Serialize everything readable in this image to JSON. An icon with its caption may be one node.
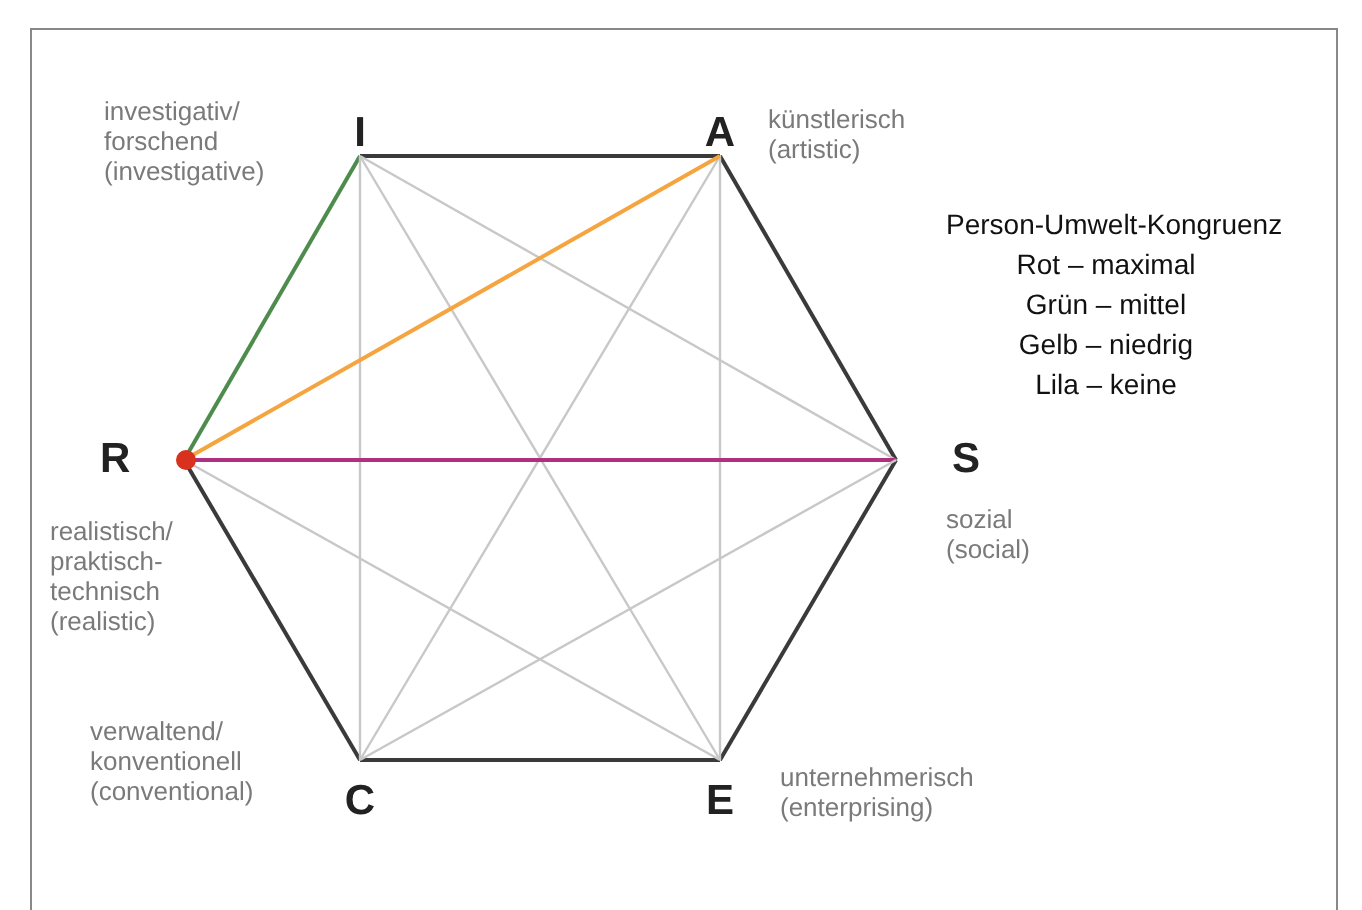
{
  "diagram": {
    "nodes": [
      {
        "text": [
          "I"
        ],
        "beside": [
          "investigativ/ forschend (investigative)"
        ]
      },
      {
        "text": [
          "A"
        ],
        "beside": [
          "künstlerisch (artistic)"
        ]
      },
      {
        "text": [
          "R"
        ],
        "beside": [
          "realistisch/ praktisch-technisch (realistic)"
        ]
      },
      {
        "text": [
          "S"
        ],
        "beside": [
          "sozial (social)"
        ]
      },
      {
        "text": [
          "C"
        ],
        "beside": [
          "verwaltend/ konventionell (conventional)"
        ]
      },
      {
        "text": [
          "E"
        ],
        "beside": [
          "unternehmerisch (enterprising)"
        ]
      }
    ],
    "edges": [
      {
        "from": 0,
        "to": 1,
        "arrow": "none",
        "color": "#3a3a3a"
      },
      {
        "from": 1,
        "to": 3,
        "arrow": "none",
        "color": "#3a3a3a"
      },
      {
        "from": 3,
        "to": 5,
        "arrow": "none",
        "color": "#3a3a3a"
      },
      {
        "from": 5,
        "to": 4,
        "arrow": "none",
        "color": "#3a3a3a"
      },
      {
        "from": 4,
        "to": 2,
        "arrow": "none",
        "color": "#3a3a3a"
      },
      {
        "from": 2,
        "to": 0,
        "arrow": "none",
        "color": "#4e8c4e"
      },
      {
        "from": 0,
        "to": 3,
        "arrow": "none"
      },
      {
        "from": 0,
        "to": 5,
        "arrow": "none"
      },
      {
        "from": 0,
        "to": 4,
        "arrow": "none"
      },
      {
        "from": 1,
        "to": 5,
        "arrow": "none"
      },
      {
        "from": 1,
        "to": 4,
        "arrow": "none"
      },
      {
        "from": 2,
        "to": 1,
        "arrow": "none",
        "color": "#f5a540"
      },
      {
        "from": 2,
        "to": 3,
        "arrow": "none",
        "color": "#b03080"
      },
      {
        "from": 2,
        "to": 5,
        "arrow": "none"
      },
      {
        "from": 3,
        "to": 4,
        "arrow": "none"
      }
    ],
    "labels": [
      "Person-Umwelt-Kongruenz",
      "Rot – maximal",
      "Grün – mittel",
      "Gelb – niedrig",
      "Lila – keine"
    ]
  }
}
